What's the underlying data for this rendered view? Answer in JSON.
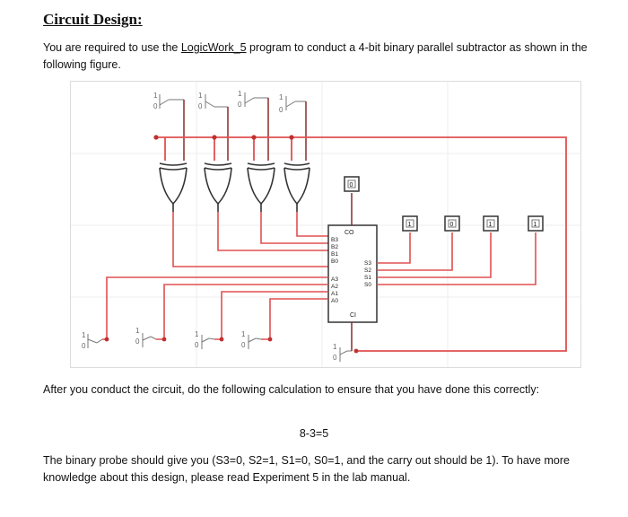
{
  "heading": "Circuit Design:",
  "intro": {
    "before": "You are required to use the ",
    "link": "LogicWork_5",
    "after": " program to conduct a 4-bit binary parallel subtractor as shown in the following figure."
  },
  "figure": {
    "top_switch_labels": [
      "1",
      "0"
    ],
    "bottom_switch_labels": [
      "1",
      "0"
    ],
    "carry_probe_value": "0",
    "output_probe_values": [
      "1",
      "0",
      "1",
      "1"
    ],
    "chip": {
      "co": "CO",
      "ci": "CI",
      "b_pins": [
        "B3",
        "B2",
        "B1",
        "B0"
      ],
      "a_pins": [
        "A3",
        "A2",
        "A1",
        "A0"
      ],
      "s_pins": [
        "S3",
        "S2",
        "S1",
        "S0"
      ]
    }
  },
  "after_text": "After you conduct the circuit, do the following calculation to ensure that you have done this correctly:",
  "calculation": "8-3=5",
  "result_text": "The binary probe should give you (S3=0, S2=1, S1=0, S0=1, and the carry out should be 1). To have more knowledge about this design, please read Experiment 5 in the lab manual.",
  "colors": {
    "wire": "#e05050",
    "wire_dark": "#8a2a2a",
    "component": "#333333"
  }
}
